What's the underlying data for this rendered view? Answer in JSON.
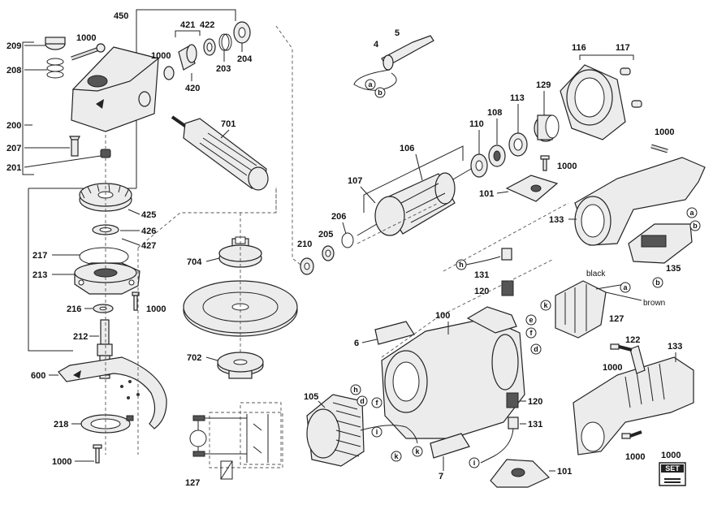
{
  "labels": {
    "l450": "450",
    "l421": "421",
    "l422": "422",
    "l1000a": "1000",
    "l209": "209",
    "l208": "208",
    "l1000b": "1000",
    "l203": "203",
    "l204": "204",
    "l420": "420",
    "l200": "200",
    "l207": "207",
    "l201": "201",
    "l701": "701",
    "l425": "425",
    "l426": "426",
    "l427": "427",
    "l217": "217",
    "l213": "213",
    "l216": "216",
    "l1000c": "1000",
    "l212": "212",
    "l600": "600",
    "l218": "218",
    "l1000d": "1000",
    "l704": "704",
    "l702": "702",
    "l127a": "127",
    "l4": "4",
    "l5": "5",
    "l106": "106",
    "l107": "107",
    "l110": "110",
    "l108": "108",
    "l113": "113",
    "l129": "129",
    "l116": "116",
    "l117": "117",
    "l1000e": "1000",
    "l101a": "101",
    "l1000f": "1000",
    "l206": "206",
    "l205": "205",
    "l210": "210",
    "l133a": "133",
    "l135": "135",
    "l131a": "131",
    "l120a": "120",
    "l127b": "127",
    "l6": "6",
    "l100": "100",
    "l105": "105",
    "l7": "7",
    "l120b": "120",
    "l131b": "131",
    "l101b": "101",
    "l122": "122",
    "l133b": "133",
    "l1000g": "1000",
    "l1000h": "1000",
    "l1000i": "1000"
  },
  "wire_labels": {
    "black": "black",
    "brown": "brown"
  },
  "set_badge": {
    "text": "SET"
  },
  "connectors": {
    "a1": "a",
    "b1": "b",
    "a2": "a",
    "b2": "b",
    "a3": "a",
    "b3": "b",
    "h1": "h",
    "k1": "k",
    "e1": "e",
    "f1": "f",
    "d1": "d",
    "h2": "h",
    "d2": "d",
    "f2": "f",
    "i1": "i",
    "k2": "k",
    "i2": "i"
  },
  "icons": [
    "grinder-exploded-diagram",
    "set-kit-icon"
  ]
}
